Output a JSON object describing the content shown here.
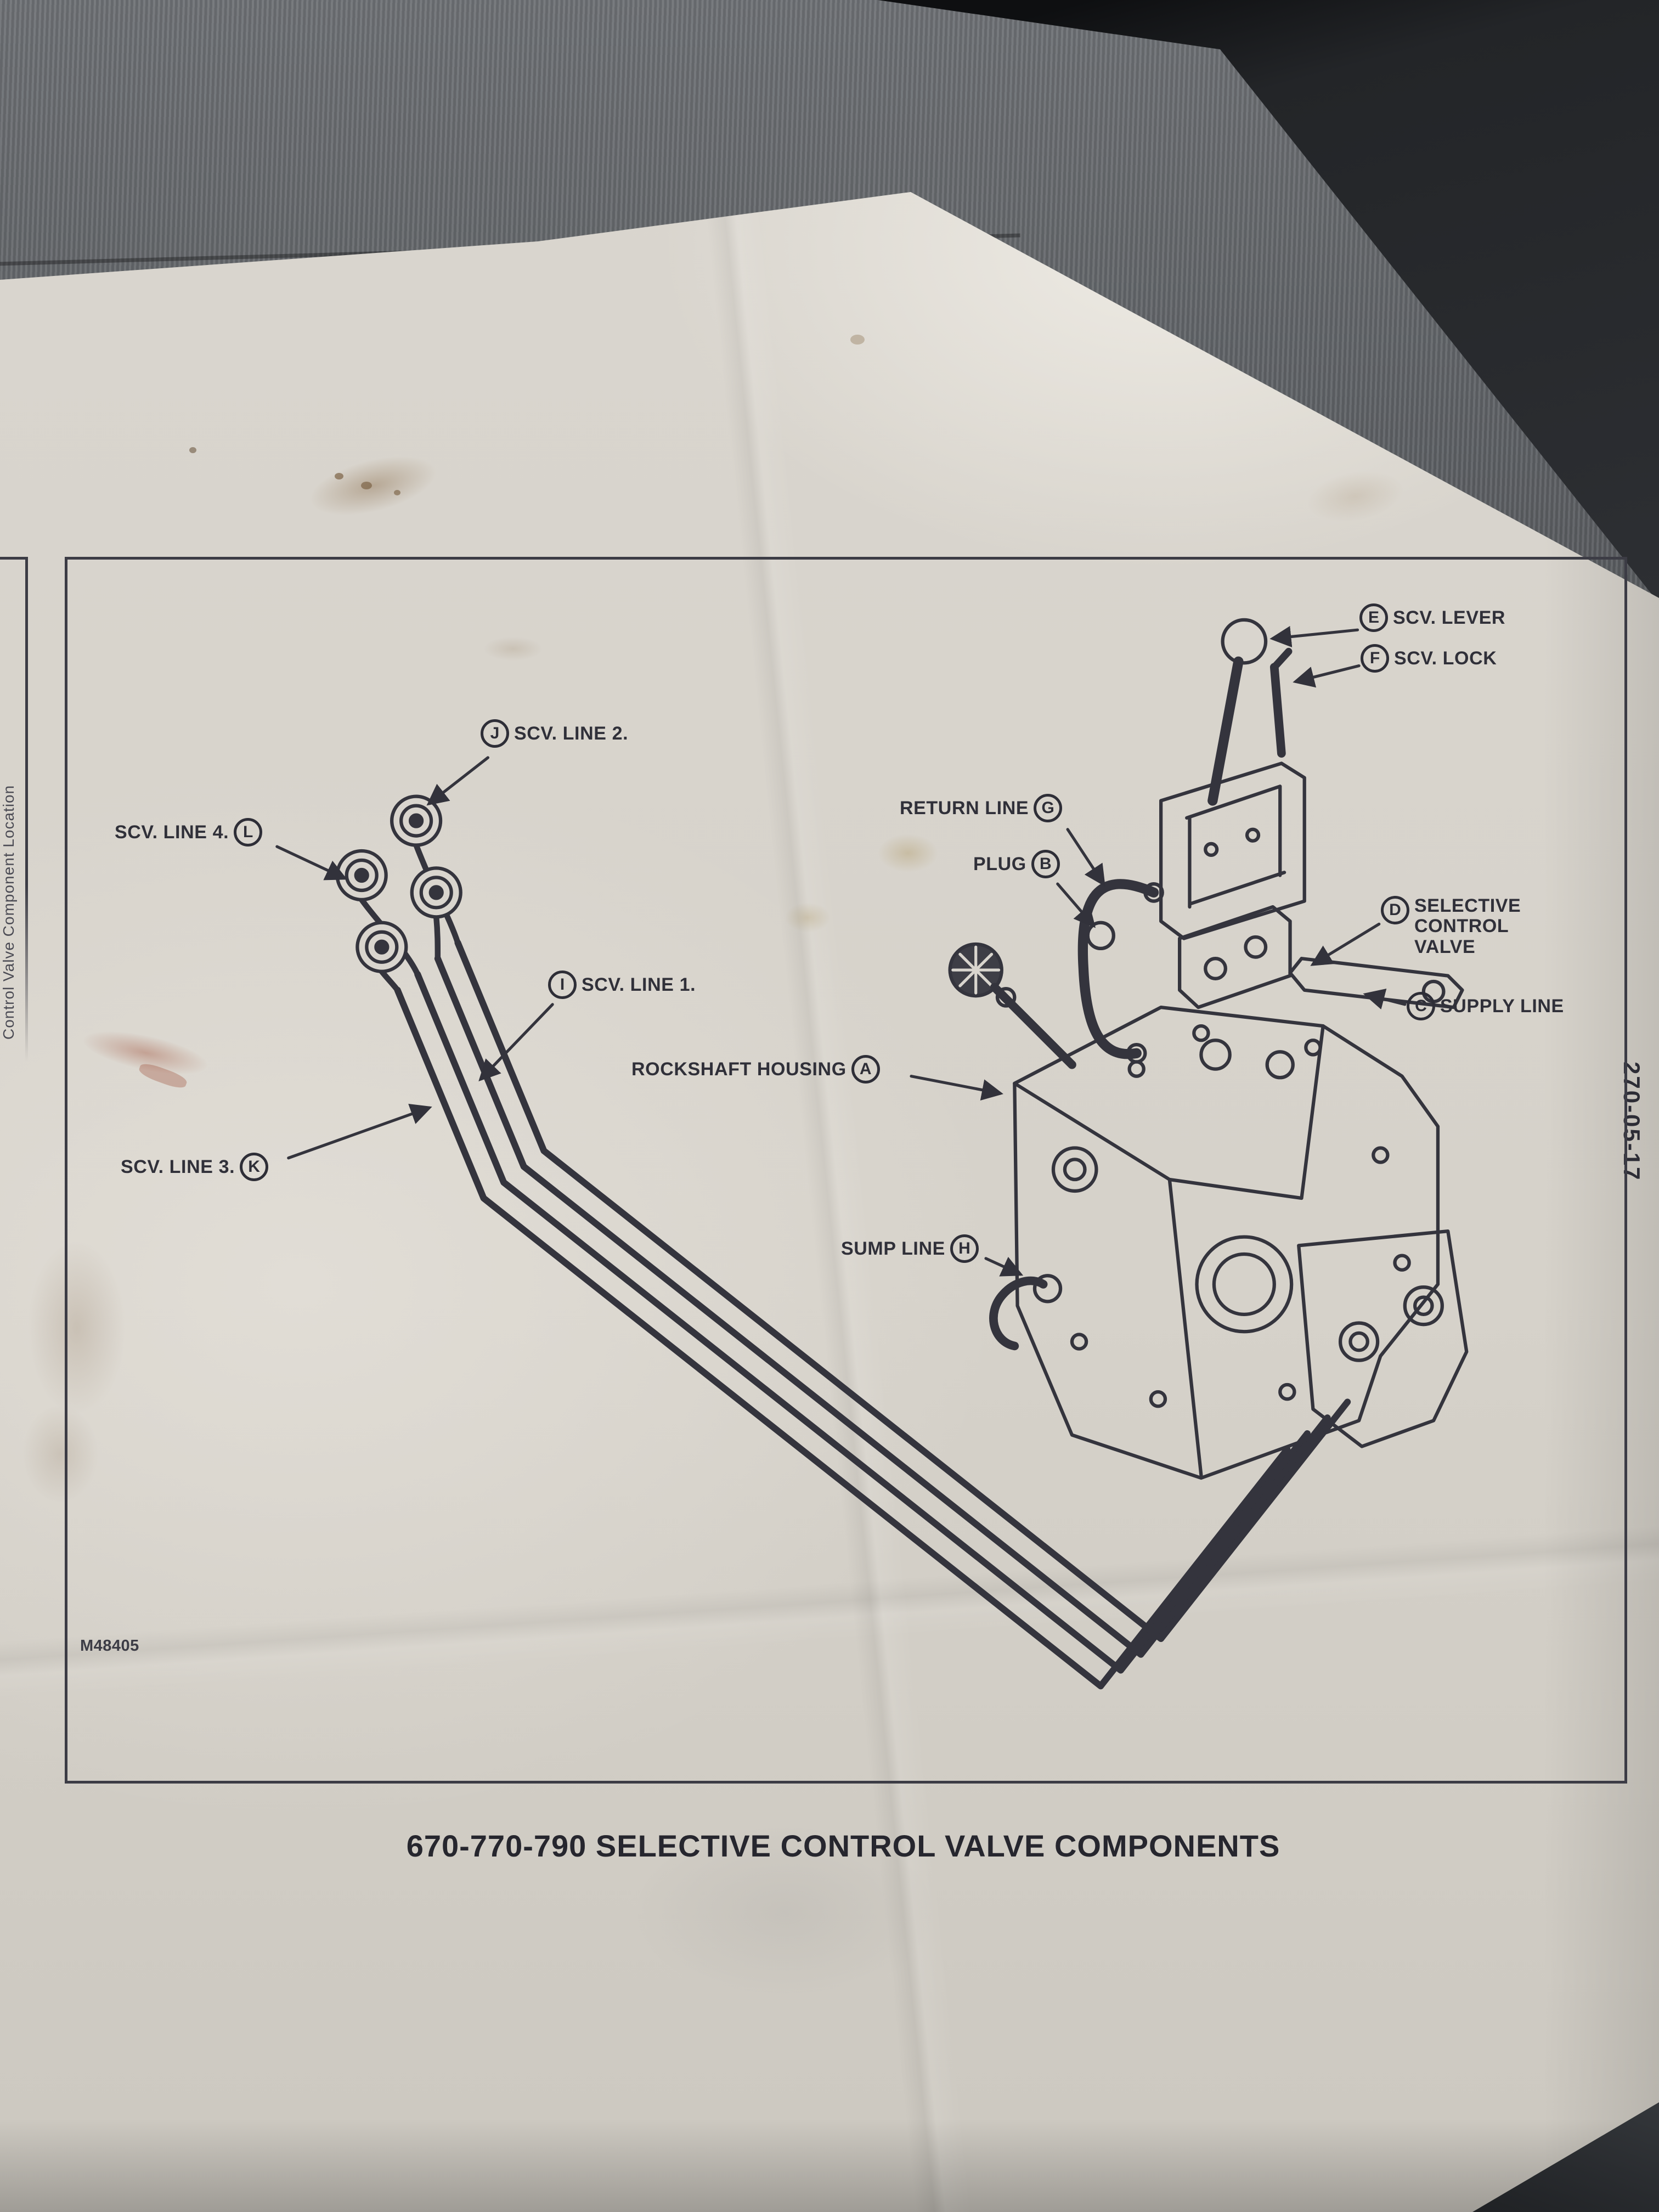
{
  "colors": {
    "paper": "#d8d4cc",
    "ink": "#2e2e37",
    "seat_dark": "#1b1d20",
    "seat_gray": "#63666a"
  },
  "diagram": {
    "side_text": "Control Valve Component Location",
    "page_ref": "270-05-17",
    "figure_id": "M48405",
    "caption": "670-770-790 SELECTIVE CONTROL VALVE COMPONENTS",
    "callouts": [
      {
        "letter": "J",
        "label": "SCV. LINE 2.",
        "letter_position": "before"
      },
      {
        "letter": "L",
        "label": "SCV. LINE 4.",
        "letter_position": "after"
      },
      {
        "letter": "E",
        "label": "SCV. LEVER",
        "letter_position": "before"
      },
      {
        "letter": "F",
        "label": "SCV. LOCK",
        "letter_position": "before"
      },
      {
        "letter": "G",
        "label": "RETURN LINE",
        "letter_position": "after"
      },
      {
        "letter": "B",
        "label": "PLUG",
        "letter_position": "after"
      },
      {
        "letter": "D",
        "label": "SELECTIVE CONTROL VALVE",
        "letter_position": "before"
      },
      {
        "letter": "C",
        "label": "SUPPLY LINE",
        "letter_position": "before"
      },
      {
        "letter": "I",
        "label": "SCV. LINE 1.",
        "letter_position": "before"
      },
      {
        "letter": "A",
        "label": "ROCKSHAFT HOUSING",
        "letter_position": "after"
      },
      {
        "letter": "K",
        "label": "SCV. LINE 3.",
        "letter_position": "after"
      },
      {
        "letter": "H",
        "label": "SUMP LINE",
        "letter_position": "after"
      }
    ]
  }
}
